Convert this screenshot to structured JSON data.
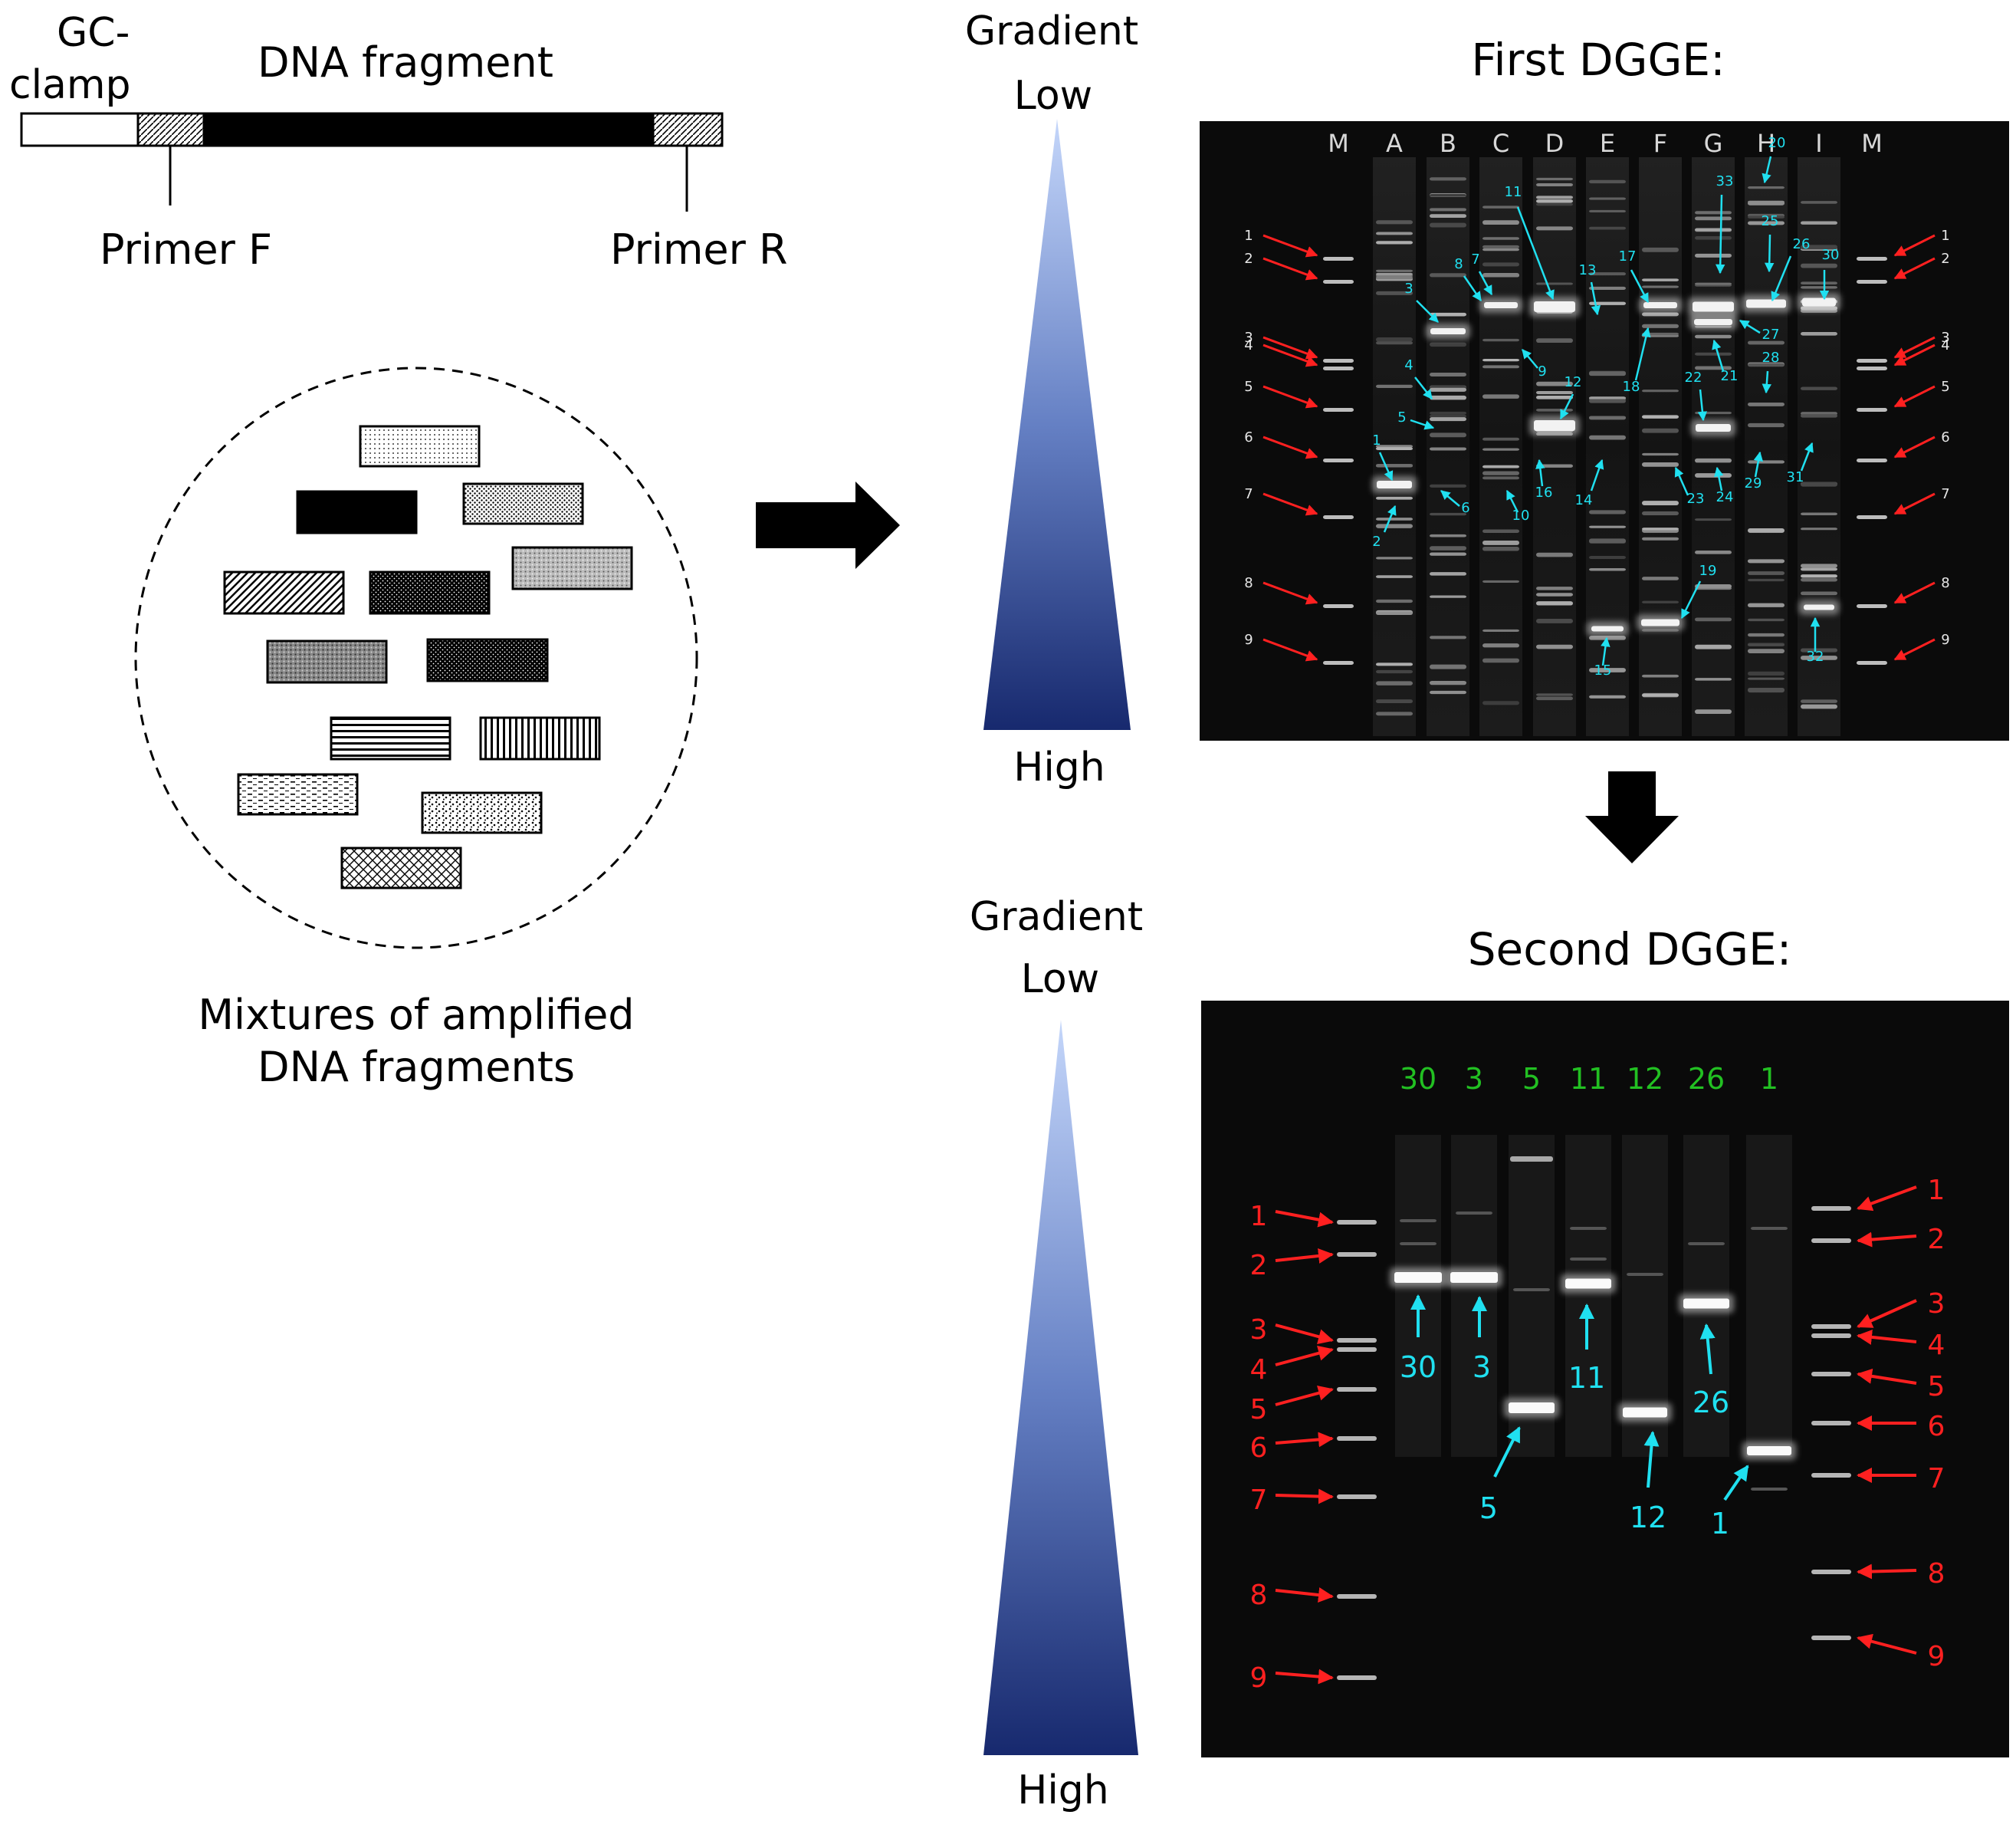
{
  "schematic": {
    "gc_clamp_line1": "GC-",
    "gc_clamp_line2": "clamp",
    "dna_fragment": "DNA fragment",
    "primer_f": "Primer F",
    "primer_r": "Primer R",
    "mixture_line1": "Mixtures of amplified",
    "mixture_line2": "DNA fragments"
  },
  "gradient_top": {
    "title": "Gradient",
    "low": "Low",
    "high": "High"
  },
  "gradient_bottom": {
    "title": "Gradient",
    "low": "Low",
    "high": "High"
  },
  "first_dgge": {
    "title": "First DGGE:",
    "lane_labels": [
      "M",
      "A",
      "B",
      "C",
      "D",
      "E",
      "F",
      "G",
      "H",
      "I",
      "M"
    ],
    "marker_labels": [
      "1",
      "2",
      "3",
      "4",
      "5",
      "6",
      "7",
      "8",
      "9"
    ],
    "band_labels": [
      "1",
      "2",
      "3",
      "4",
      "5",
      "6",
      "7",
      "8",
      "9",
      "10",
      "11",
      "12",
      "13",
      "14",
      "15",
      "16",
      "17",
      "18",
      "19",
      "20",
      "21",
      "22",
      "23",
      "24",
      "25",
      "26",
      "27",
      "28",
      "29",
      "30",
      "31",
      "32",
      "33"
    ]
  },
  "second_dgge": {
    "title": "Second DGGE:",
    "lane_labels": [
      "30",
      "3",
      "5",
      "11",
      "12",
      "26",
      "1"
    ],
    "band_labels": [
      "30",
      "3",
      "5",
      "11",
      "12",
      "26",
      "1"
    ],
    "marker_labels": [
      "1",
      "2",
      "3",
      "4",
      "5",
      "6",
      "7",
      "8",
      "9"
    ]
  },
  "colors": {
    "marker_arrow": "#ff2020",
    "band_arrow": "#20e0f0",
    "lane_label_green": "#22c022",
    "gradient_light": "#b8cdf6",
    "gradient_dark": "#17296e",
    "gel_background": "#0a0a0a"
  }
}
